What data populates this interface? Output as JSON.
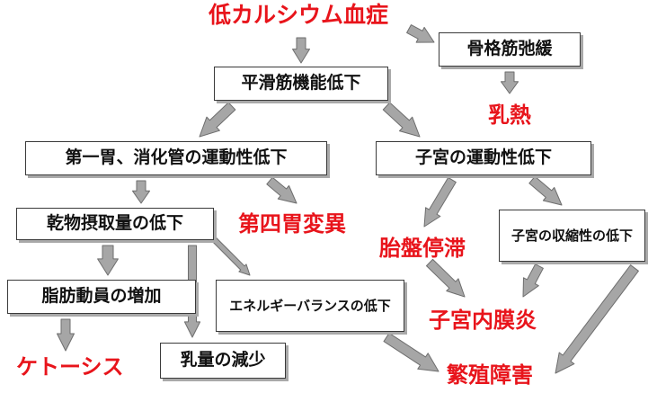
{
  "nodes": {
    "hypocalcemia": "低カルシウム血症",
    "skeletal_relax": "骨格筋弛緩",
    "smooth_muscle": "平滑筋機能低下",
    "fever": "乳熱",
    "rumen_gi": "第一胃、消化管の運動性低下",
    "uterus_motility": "子宮の運動性低下",
    "dm_intake": "乾物摂取量の低下",
    "abomasum": "第四胃変異",
    "retained_placenta": "胎盤停滞",
    "uterus_contract": "子宮の収縮性の低下",
    "fat_mobilization": "脂肪動員の増加",
    "energy_balance": "エネルギーバランスの低下",
    "endometritis": "子宮内膜炎",
    "ketosis": "ケトーシス",
    "milk_yield": "乳量の減少",
    "reproduction": "繁殖障害"
  },
  "colors": {
    "outcome_text": "#e8141b",
    "box_border": "#3a3a3a",
    "box_shadow": "#a9a9a9",
    "arrow_fill": "#a6a6a6",
    "arrow_stroke": "#6e6e6e"
  }
}
